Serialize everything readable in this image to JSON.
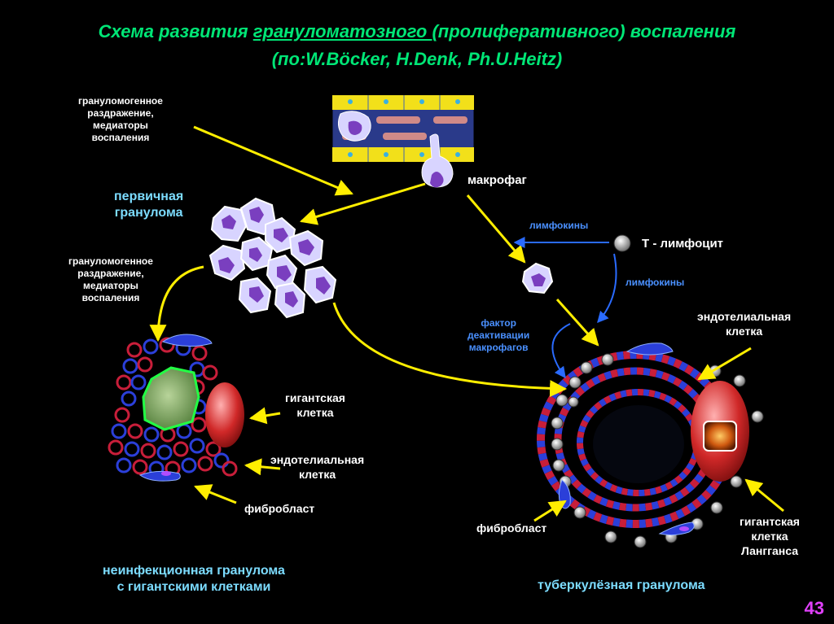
{
  "title": {
    "line1_prefix": "Схема развития ",
    "line1_underlined": "грануломатозного ",
    "line1_suffix": "(пролиферативного) воспаления",
    "line2": "(по:W.Böcker, H.Denk, Ph.U.Heitz)"
  },
  "labels": {
    "stimulus_top": [
      "гранулoмогенное",
      "раздражение,",
      "медиаторы",
      "воспаления"
    ],
    "stimulus_left": [
      "гранулoмогенное",
      "раздражение,",
      "медиаторы",
      "воспаления"
    ],
    "primary_granuloma": [
      "первичная",
      "гранулома"
    ],
    "macrophage": "макрофаг",
    "lymphokines_1": "лимфокины",
    "lymphokines_2": "лимфокины",
    "t_lymphocyte": "Т - лимфоцит",
    "deactivation_factor": [
      "фактор",
      "деактивации",
      "макрофагов"
    ],
    "endothelial_right": [
      "эндотелиальная",
      "клетка"
    ],
    "giant_left": [
      "гигантская",
      "клетка"
    ],
    "endothelial_left": [
      "эндотелиальная",
      "клетка"
    ],
    "fibroblast_left": "фибробласт",
    "fibroblast_right": "фибробласт",
    "giant_langhans": [
      "гигантская",
      "клетка",
      "Лангганса"
    ],
    "non_infectious": [
      "неинфекционная гранулома",
      "с гигантскими клетками"
    ],
    "tuberculous": "туберкулёзная гранулома"
  },
  "page_number": "43",
  "colors": {
    "title": "#00e676",
    "arrow": "#ffee00",
    "blue_arrow": "#2a6bff",
    "macrophage_fill": "#d8d4ff",
    "nucleus": "#7a3fbf"
  }
}
